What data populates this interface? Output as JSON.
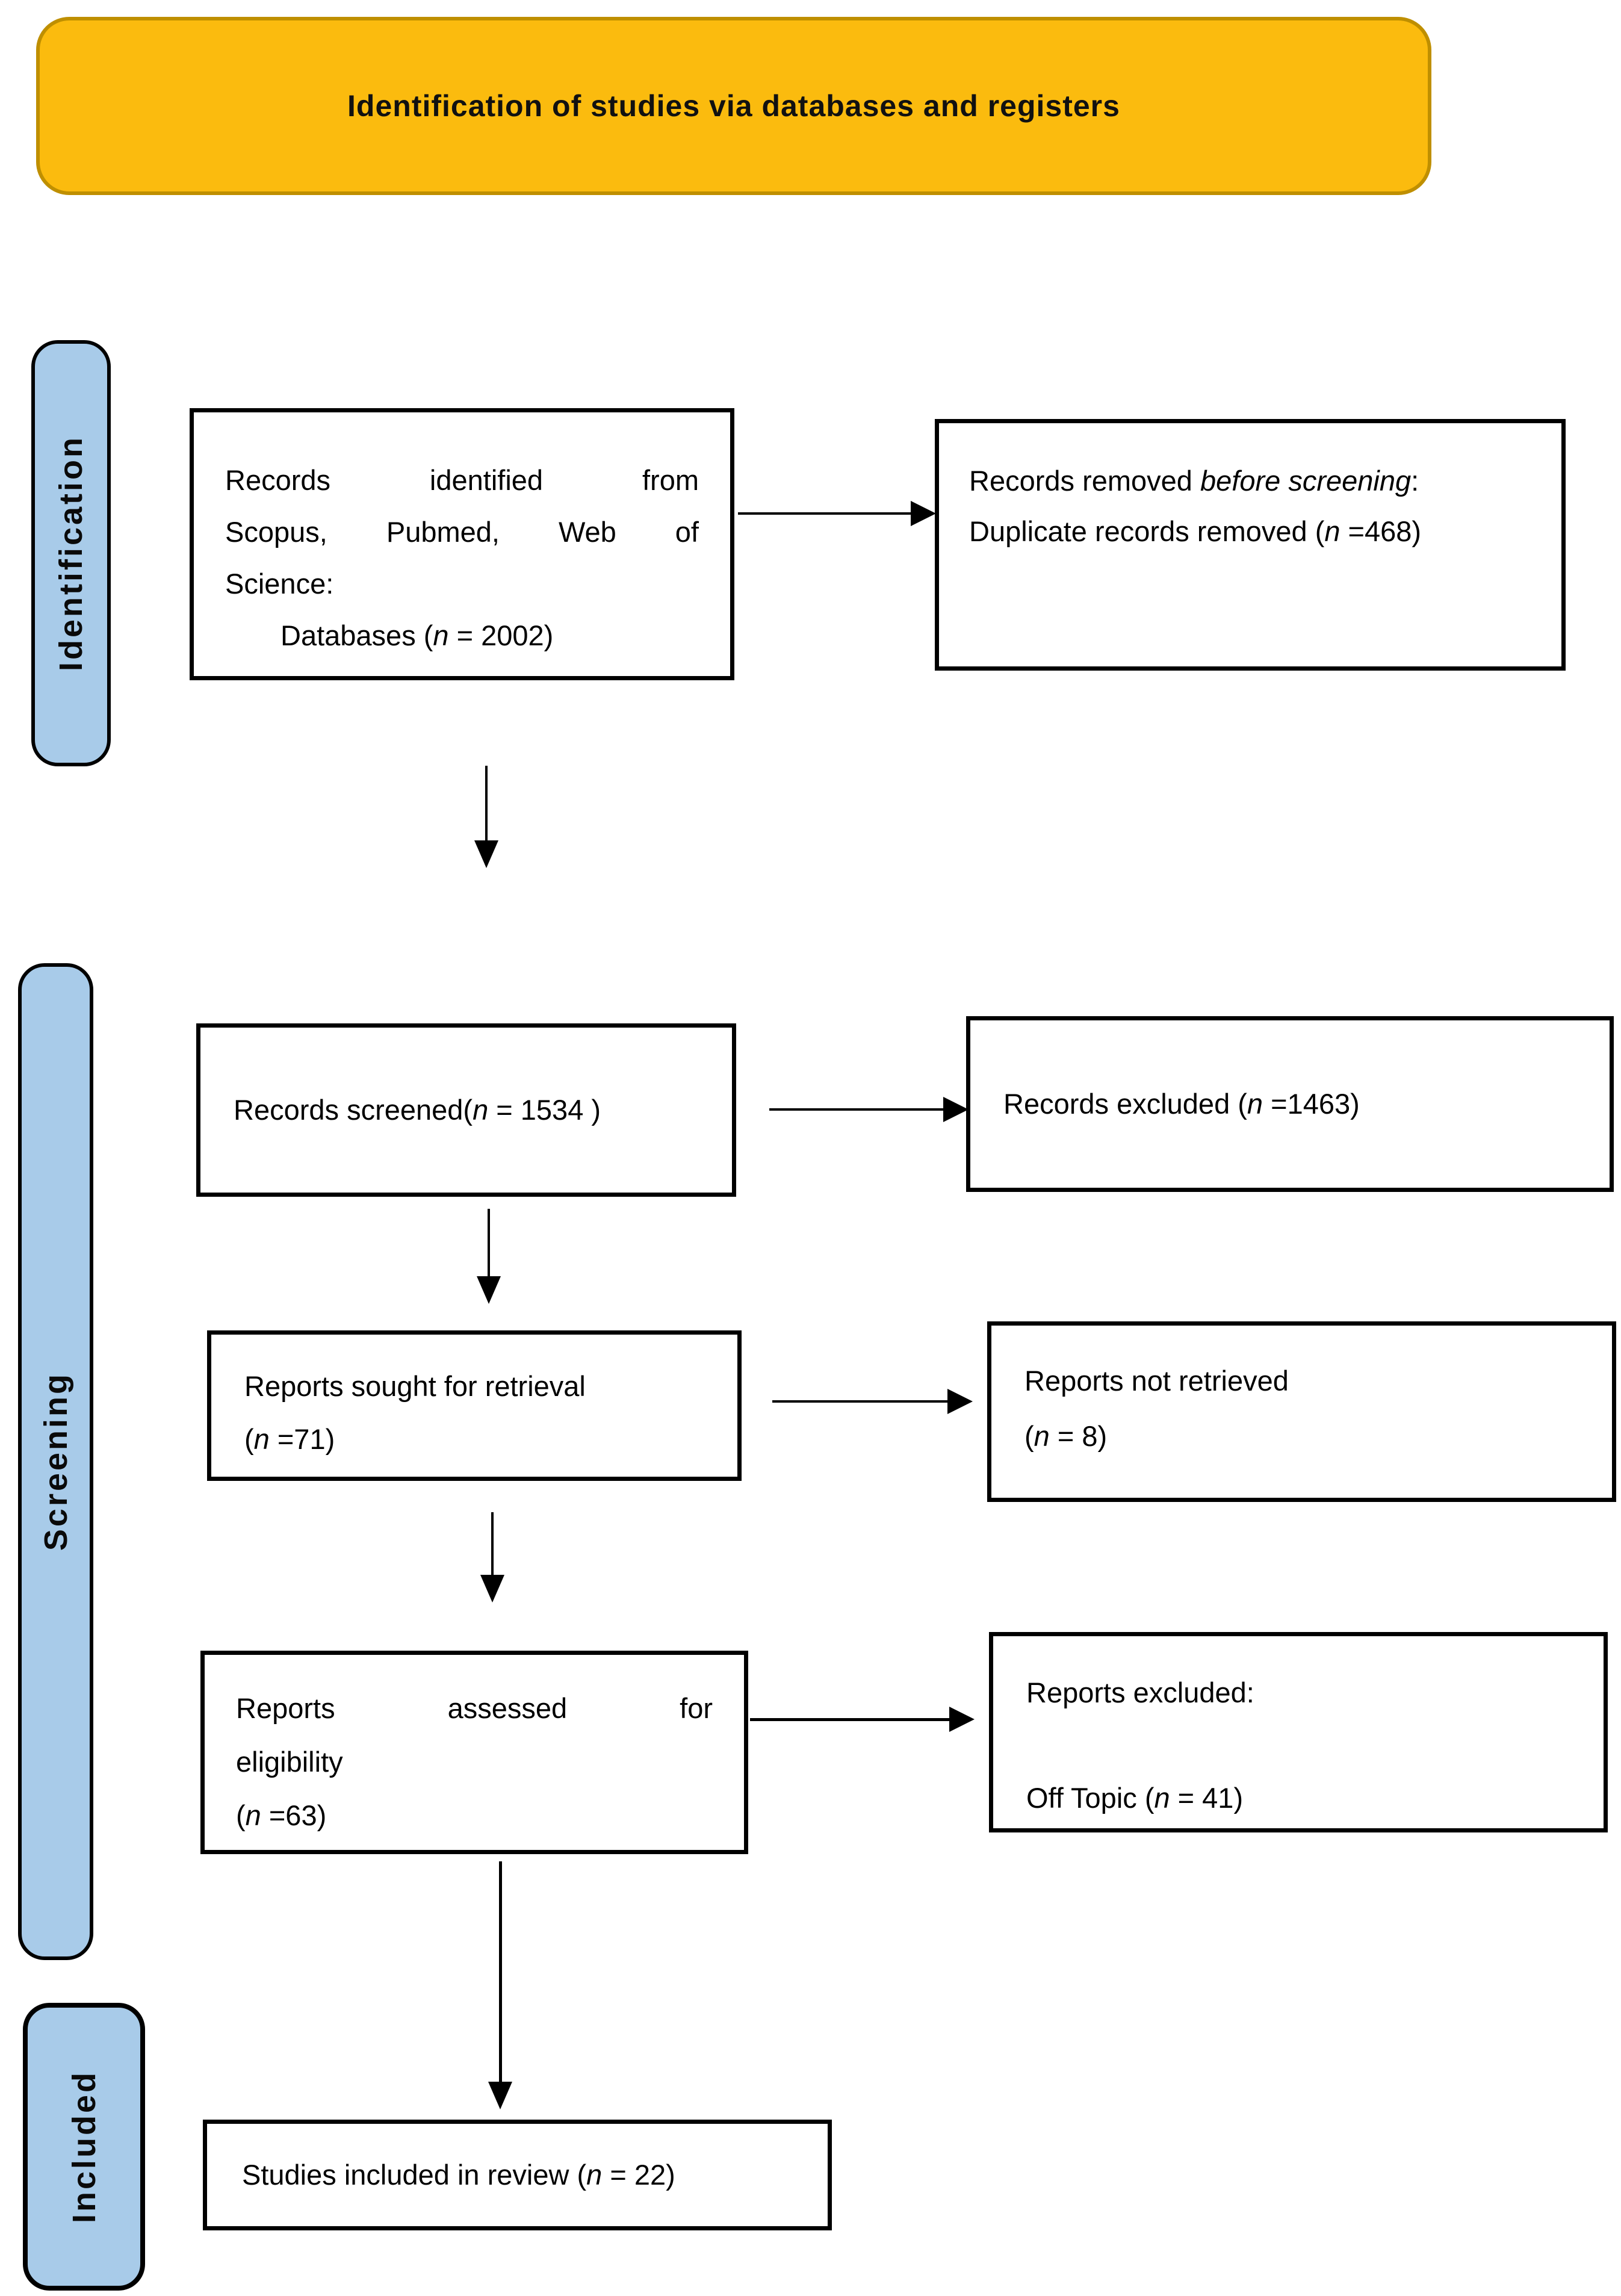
{
  "header": {
    "title": "Identification of studies via databases and registers"
  },
  "sidebars": [
    {
      "id": "identification",
      "label": "Identification"
    },
    {
      "id": "screening",
      "label": "Screening"
    },
    {
      "id": "included",
      "label": "Included"
    }
  ],
  "boxes": {
    "records_identified": {
      "line1": "Records identified from",
      "line2": "Scopus, Pubmed, Web of",
      "line3": "Science:",
      "line4": "Databases (n = 2002)"
    },
    "records_removed": {
      "line1_prefix": "Records removed ",
      "line1_italic": "before screening",
      "line1_suffix": ":",
      "line2": "Duplicate records removed (n =468)"
    },
    "records_screened": {
      "text": "Records screened(n = 1534 )"
    },
    "records_excluded": {
      "text": "Records excluded (n =1463)"
    },
    "reports_sought": {
      "line1": "Reports sought for retrieval",
      "line2": "(n =71)"
    },
    "reports_not_retrieved": {
      "line1": "Reports not retrieved",
      "line2": "(n = 8)"
    },
    "reports_assessed": {
      "line1": "Reports assessed for",
      "line2": "eligibility",
      "line3": "(n =63)"
    },
    "reports_excluded": {
      "line1": "Reports excluded:",
      "line2": "Off Topic  (n = 41)"
    },
    "studies_included": {
      "text": "Studies included in review (n = 22)"
    }
  },
  "counts": {
    "databases_identified": 2002,
    "duplicates_removed": 468,
    "records_screened": 1534,
    "records_excluded": 1463,
    "reports_sought": 71,
    "reports_not_retrieved": 8,
    "reports_assessed": 63,
    "off_topic_excluded": 41,
    "studies_included": 22
  },
  "colors": {
    "banner-bg": "#FBBB0E",
    "banner-border": "#BF8F00",
    "sidebar-bg": "#A8CBE9"
  }
}
